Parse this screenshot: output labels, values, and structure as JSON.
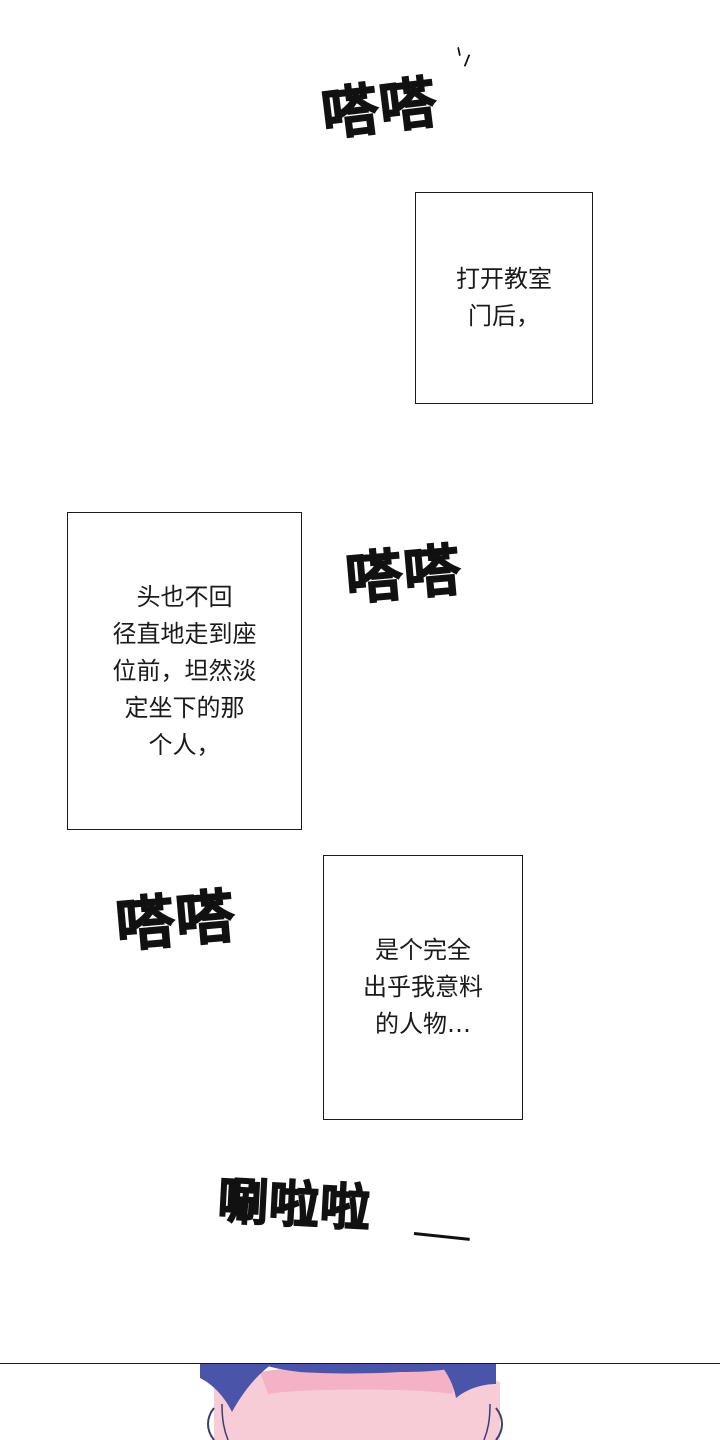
{
  "sfx": {
    "knock_1": "嗒嗒",
    "knock_2": "嗒嗒",
    "knock_3": "嗒嗒",
    "rustle": "唰啦啦"
  },
  "captions": {
    "caption_1": "打开教室\n门后，",
    "caption_2": "头也不回\n径直地走到座\n位前，坦然淡\n定坐下的那\n个人，",
    "caption_3": "是个完全\n出乎我意料\n的人物…"
  },
  "colors": {
    "ink": "#111111",
    "hair": "#4a54a8",
    "skin": "#f7ccd6",
    "face_highlight": "#f2a7c0"
  }
}
